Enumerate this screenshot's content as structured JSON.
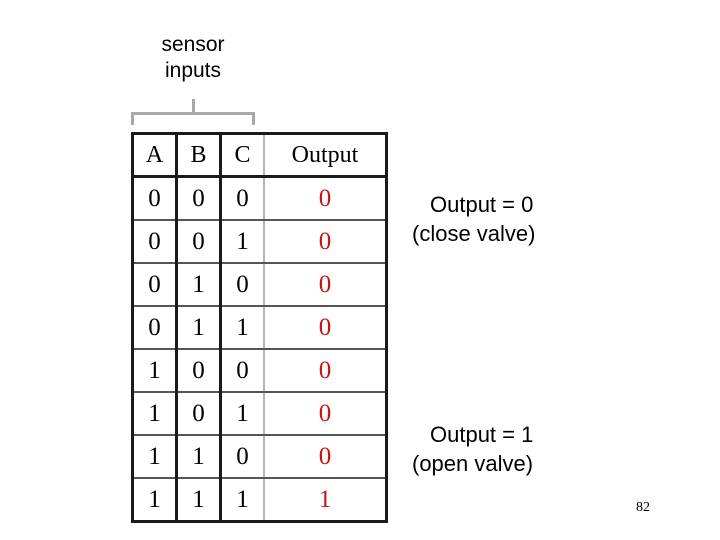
{
  "slide": {
    "page_number": "82",
    "caption": {
      "line1": "sensor",
      "line2": "inputs"
    }
  },
  "table": {
    "headers": [
      "A",
      "B",
      "C",
      "Output"
    ],
    "rows": [
      {
        "a": "0",
        "b": "0",
        "c": "0",
        "output": "0"
      },
      {
        "a": "0",
        "b": "0",
        "c": "1",
        "output": "0"
      },
      {
        "a": "0",
        "b": "1",
        "c": "0",
        "output": "0"
      },
      {
        "a": "0",
        "b": "1",
        "c": "1",
        "output": "0"
      },
      {
        "a": "1",
        "b": "0",
        "c": "0",
        "output": "0"
      },
      {
        "a": "1",
        "b": "0",
        "c": "1",
        "output": "0"
      },
      {
        "a": "1",
        "b": "1",
        "c": "0",
        "output": "0"
      },
      {
        "a": "1",
        "b": "1",
        "c": "1",
        "output": "1"
      }
    ],
    "output_color": "#cc1111",
    "border_color": "#1a1a1a"
  },
  "annotations": {
    "output_zero": {
      "line1": "Output = 0",
      "line2": "(close valve)"
    },
    "output_one": {
      "line1": "Output = 1",
      "line2": "(open valve)"
    }
  },
  "bracket": {
    "color": "#a8a8a8"
  }
}
